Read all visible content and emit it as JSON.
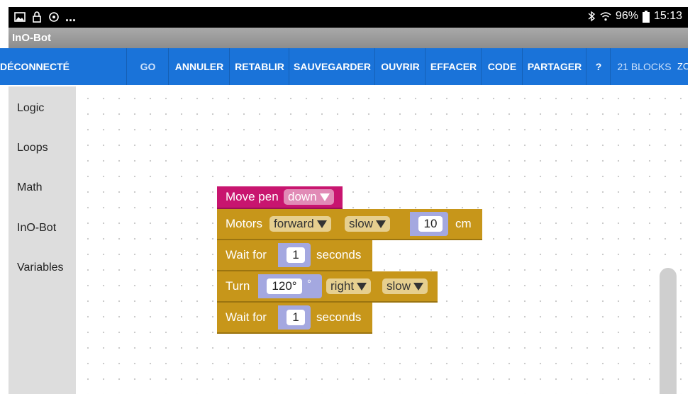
{
  "status_bar": {
    "battery": "96%",
    "time": "15:13",
    "dots": "..."
  },
  "app": {
    "title": "InO-Bot"
  },
  "toolbar": {
    "status": "DÉCONNECTÉ",
    "buttons": [
      "GO",
      "ANNULER",
      "RETABLIR",
      "SAUVEGARDER",
      "OUVRIR",
      "EFFACER",
      "CODE",
      "PARTAGER",
      "?"
    ],
    "block_count": "21 BLOCKS",
    "truncated_label": "ZO"
  },
  "sidebar": {
    "categories": [
      "Logic",
      "Loops",
      "Math",
      "InO-Bot",
      "Variables"
    ]
  },
  "blocks": {
    "move_pen": {
      "label": "Move pen",
      "value": "down"
    },
    "motors": {
      "label": "Motors",
      "direction": "forward",
      "speed": "slow",
      "distance": "10",
      "unit": "cm"
    },
    "wait1": {
      "label": "Wait for",
      "value": "1",
      "unit": "seconds"
    },
    "turn": {
      "label": "Turn",
      "angle": "120°",
      "degree_sign": "°",
      "direction": "right",
      "speed": "slow"
    },
    "wait2": {
      "label": "Wait for",
      "value": "1",
      "unit": "seconds"
    }
  },
  "colors": {
    "toolbar": "#1a73d9",
    "pen_block": "#c8156f",
    "inobot_block": "#c7961a",
    "number_slot": "#a4a8e0"
  }
}
